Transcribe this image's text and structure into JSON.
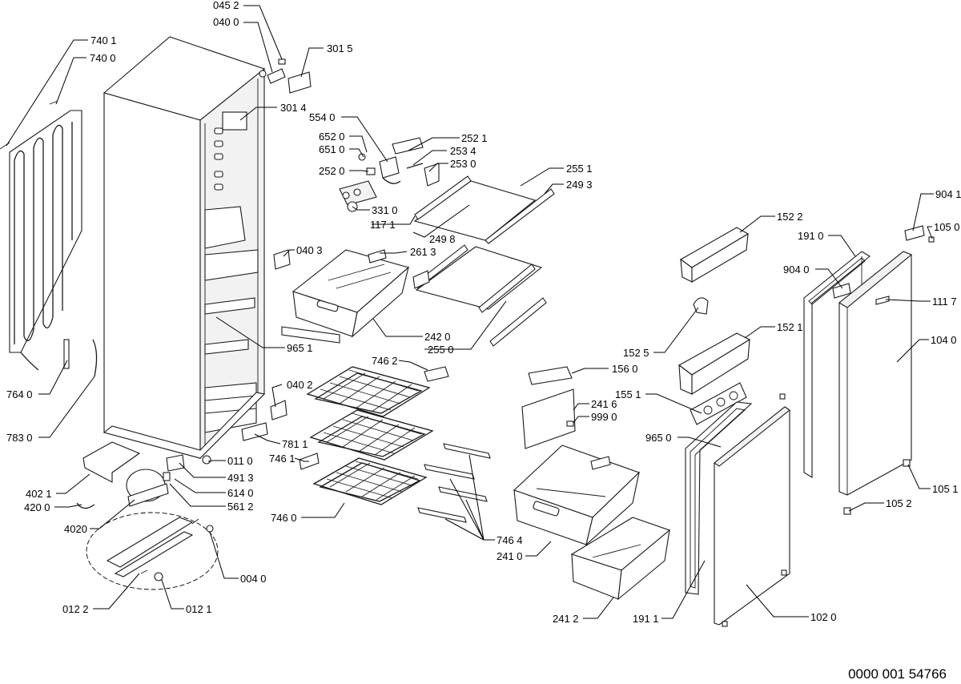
{
  "drawing_number": "0000 001 54766",
  "callouts": {
    "c0452": "045 2",
    "c0400": "040 0",
    "c3015": "301 5",
    "c7401": "740 1",
    "c7400": "740 0",
    "c3014": "301 4",
    "c5540": "554 0",
    "c6520": "652 0",
    "c6510": "651 0",
    "c2520": "252 0",
    "c2521": "252 1",
    "c2534": "253 4",
    "c2530": "253 0",
    "c2551": "255 1",
    "c2493": "249 3",
    "c3310": "331 0",
    "c1171": "117 1",
    "c2498": "249 8",
    "c0403": "040 3",
    "c2613": "261 3",
    "c2420": "242 0",
    "c2550": "255 0",
    "c9651": "965 1",
    "c7462": "746 2",
    "c0402": "040 2",
    "c7640": "764 0",
    "c7830": "783 0",
    "c7811": "781 1",
    "c7461": "746 1",
    "c0110": "011 0",
    "c4913": "491 3",
    "c6140": "614 0",
    "c5612": "561 2",
    "c4021": "402 1",
    "c4200": "420 0",
    "c4020": "4020",
    "c0040": "004 0",
    "c0122": "012 2",
    "c0121": "012 1",
    "c7460": "746 0",
    "c7464": "746 4",
    "c2410": "241 0",
    "c2412": "241 2",
    "c1560": "156 0",
    "c2416": "241 6",
    "c9990": "999 0",
    "c1522": "152 2",
    "c1910": "191 0",
    "c9041": "904 1",
    "c1050": "105 0",
    "c9040": "904 0",
    "c1117": "111 7",
    "c1521": "152 1",
    "c1525": "152 5",
    "c1040": "104 0",
    "c1551": "155 1",
    "c9650": "965 0",
    "c1051": "105 1",
    "c1052": "105 2",
    "c1911": "191 1",
    "c1020": "102 0"
  }
}
